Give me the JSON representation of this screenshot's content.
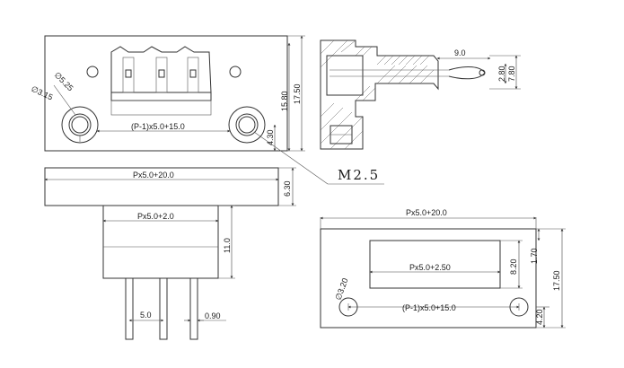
{
  "top_view": {
    "dim_width_label": "(P-1)x5.0+15.0",
    "dim_height_inner": "15.80",
    "dim_height_outer": "17.50",
    "dim_hole_offset": "4.30",
    "dim_hole_dia_outer": "∅5.25",
    "dim_hole_dia_inner": "∅3.15"
  },
  "callout": {
    "label": "M2.5"
  },
  "side_view": {
    "dim_length": "9.0",
    "dim_small": "2.80",
    "dim_large": "7.80"
  },
  "front_view": {
    "dim_total_width": "Px5.0+20.0",
    "dim_flange_height": "6.30",
    "dim_body_width": "Px5.0+2.0",
    "dim_body_height": "11.0",
    "dim_pitch": "5.0",
    "dim_pin_width": "0.90"
  },
  "cutout_view": {
    "dim_total_width": "Px5.0+20.0",
    "dim_window_width": "Px5.0+2.50",
    "dim_hole_spacing": "(P-1)x5.0+15.0",
    "dim_window_height": "8.20",
    "dim_top_offset": "1.70",
    "dim_total_height": "17.50",
    "dim_bottom_offset": "4.20",
    "dim_hole_dia": "∅3.20"
  }
}
